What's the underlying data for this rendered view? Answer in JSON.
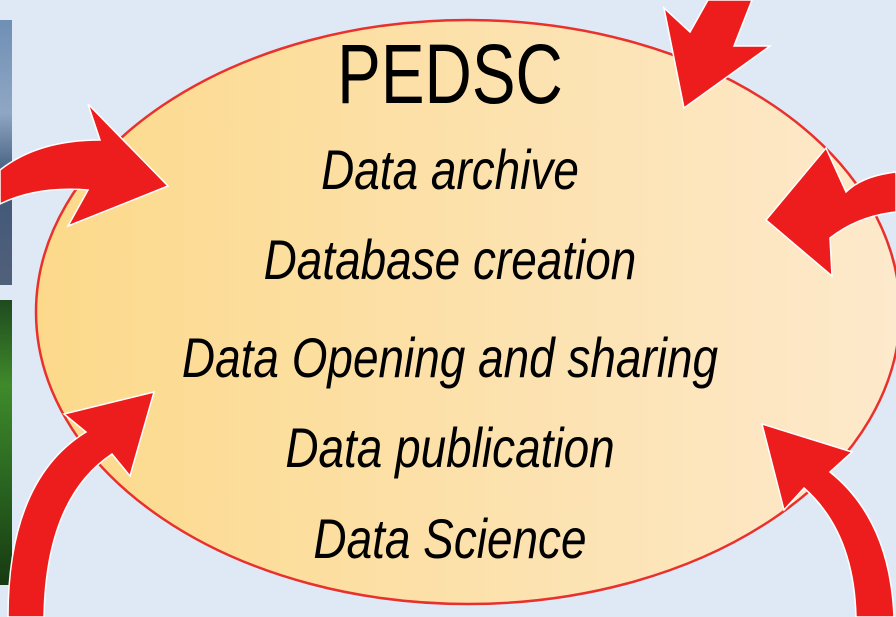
{
  "hub": {
    "title": "PEDSC",
    "items": [
      "Data archive",
      "Database creation",
      "Data Opening and sharing",
      "Data publication",
      "Data Science"
    ]
  },
  "colors": {
    "background": "#dfe9f5",
    "ellipse_fill_left": "#fcd98a",
    "ellipse_fill_right": "#fde9cc",
    "ellipse_stroke": "#e8312c",
    "arrow": "#ee1d1d",
    "text": "#000000"
  },
  "arrows": [
    {
      "icon": "curved-arrow-icon",
      "from": "top",
      "to": "hub"
    },
    {
      "icon": "curved-arrow-icon",
      "from": "left",
      "to": "hub"
    },
    {
      "icon": "curved-arrow-icon",
      "from": "right",
      "to": "hub"
    },
    {
      "icon": "curved-arrow-icon",
      "from": "bottom-left",
      "to": "hub"
    },
    {
      "icon": "curved-arrow-icon",
      "from": "bottom-right",
      "to": "hub"
    }
  ]
}
